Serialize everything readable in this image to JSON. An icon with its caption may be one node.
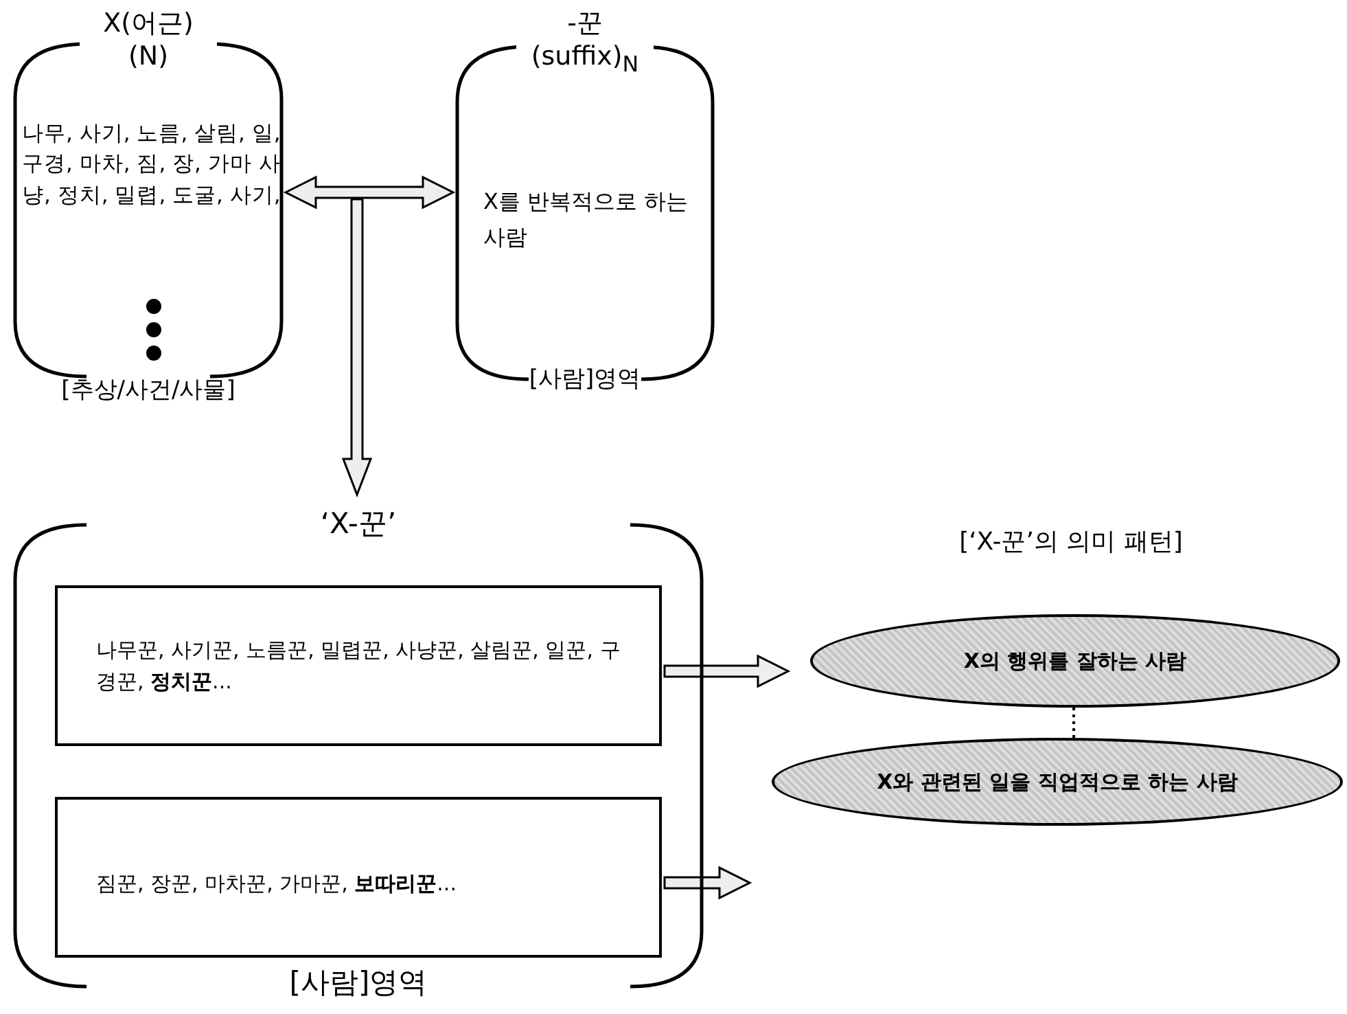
{
  "diagram": {
    "nodes": [
      {
        "text": [
          "X(어근) (N)",
          "나무, 사기, 노름, 살림, 일, 구경, 마차, 짐, 장, 가마 사냥, 정치, 밀렵, 도굴, 사기,",
          "[추상/사건/사물]"
        ]
      },
      {
        "text": [
          "-꾼 (suffix)$_{N}$",
          "X를 반복적으로 하는 사람",
          "[사람]영역"
        ]
      },
      {
        "text": [
          "‘X-꾼’",
          "[사람]영역"
        ]
      },
      {
        "text": [
          "나무꾼, 사기꾼, 노름꾼, 밀렵꾼, 사냥꾼, 살림꾼, 일꾼, 구경꾼, **정치꾼**..."
        ],
        "in": 2
      },
      {
        "text": [
          "짐꾼, 장꾼, 마차꾼, 가마꾼, **보따리꾼**..."
        ],
        "in": 2
      },
      {
        "text": [
          "X의 행위를 잘하는 사람"
        ]
      },
      {
        "text": [
          "X와 관련된 일을 직업적으로 하는 사람"
        ]
      }
    ],
    "edges": [
      {
        "from": 0,
        "to": 1,
        "arrow": "both"
      },
      {
        "from": null,
        "to": 2,
        "arrow": "to"
      },
      {
        "from": 3,
        "to": 5,
        "arrow": "to"
      },
      {
        "from": 4,
        "to": 6,
        "arrow": "to"
      },
      {
        "from": 5,
        "to": 6,
        "arrow": "none",
        "style": "dashed"
      }
    ],
    "labels": [
      "[‘X-꾼’의 의미 패턴]"
    ]
  }
}
